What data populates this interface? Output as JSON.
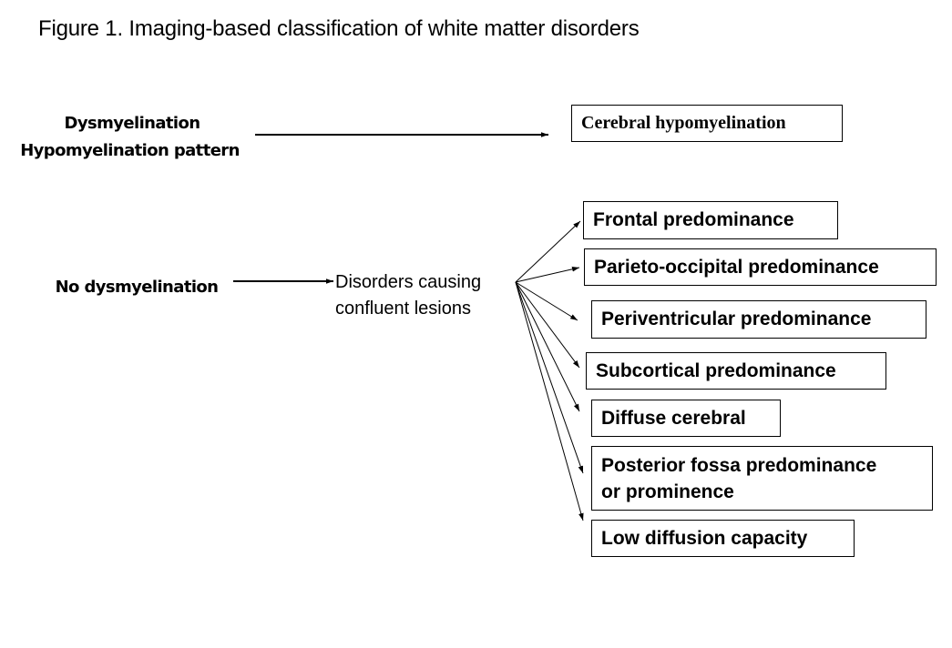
{
  "title": "Figure 1. Imaging-based classification of white matter disorders",
  "left_labels": {
    "dysmyelination": "Dysmyelination",
    "hypomyelination_pattern": "Hypomyelination pattern",
    "no_dysmyelination": "No dysmyelination"
  },
  "middle_node": {
    "line1": "Disorders causing",
    "line2": "confluent lesions"
  },
  "hypomyelination_box": "Cerebral hypomyelination",
  "categories": [
    {
      "line1": "Frontal predominance"
    },
    {
      "line1": "Parieto-occipital predominance"
    },
    {
      "line1": "Periventricular predominance"
    },
    {
      "line1": "Subcortical predominance"
    },
    {
      "line1": "Diffuse cerebral"
    },
    {
      "line1": "Posterior fossa predominance",
      "line2": "or prominence"
    },
    {
      "line1": "Low diffusion capacity"
    }
  ],
  "colors": {
    "line": "#000000",
    "background": "#ffffff"
  }
}
